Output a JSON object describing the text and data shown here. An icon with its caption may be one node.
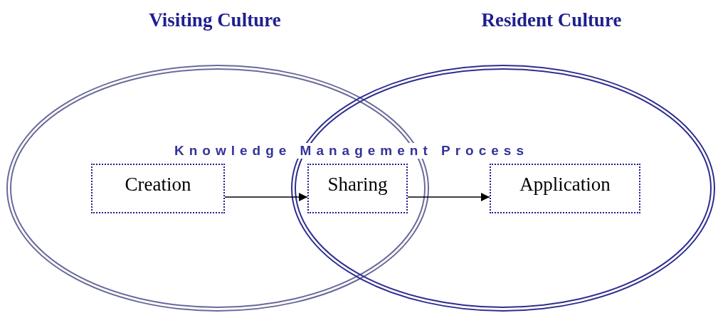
{
  "diagram": {
    "nodes": [
      {
        "text": [
          "Visiting Culture"
        ]
      },
      {
        "text": [
          "Resident Culture"
        ]
      },
      {
        "text": [
          "Creation"
        ],
        "in": 0
      },
      {
        "text": [
          "Sharing"
        ]
      },
      {
        "text": [
          "Application"
        ],
        "in": 1
      }
    ],
    "edges": [
      {
        "from": 2,
        "to": 3,
        "arrow": "to"
      },
      {
        "from": 3,
        "to": 4,
        "arrow": "to"
      }
    ],
    "labels": [
      "Knowledge Management Process"
    ]
  }
}
